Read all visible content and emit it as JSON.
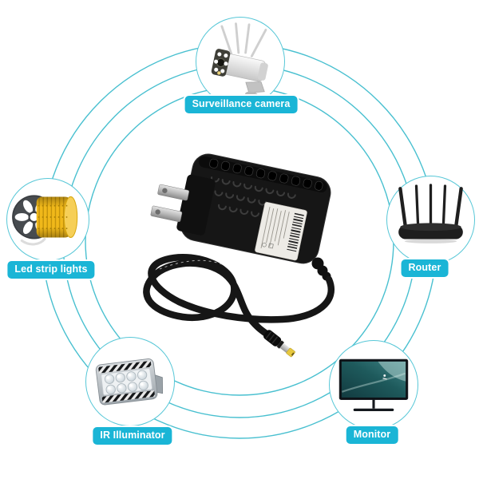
{
  "colors": {
    "accent_cyan": "#1ab5d6",
    "ring_stroke": "#49c0d0",
    "node_border": "#57c7d7",
    "label_text": "#ffffff",
    "adapter_black": "#161616",
    "dc_tip_yellow": "#e7c83f",
    "led_strip_yellow": "#f0b81a"
  },
  "center": {
    "item": "ac-dc-power-adapter"
  },
  "nodes": [
    {
      "id": "surveillance-camera",
      "label": "Surveillance camera"
    },
    {
      "id": "led-strip-lights",
      "label": "Led strip lights"
    },
    {
      "id": "router",
      "label": "Router"
    },
    {
      "id": "ir-illuminator",
      "label": "IR Illuminator"
    },
    {
      "id": "monitor",
      "label": "Monitor"
    }
  ]
}
